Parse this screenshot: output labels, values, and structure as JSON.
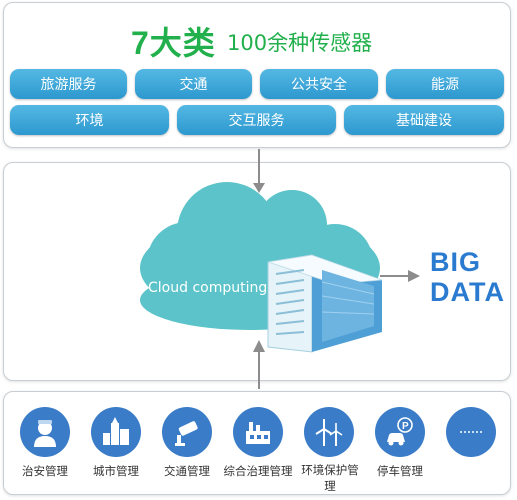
{
  "header": {
    "title_big": "7大类",
    "title_small": "100余种传感器"
  },
  "categories": [
    {
      "label": "旅游服务"
    },
    {
      "label": "交通"
    },
    {
      "label": "公共安全"
    },
    {
      "label": "能源"
    },
    {
      "label": "环境"
    },
    {
      "label": "交互服务"
    },
    {
      "label": "基础建设"
    }
  ],
  "center": {
    "cloud_label": "Cloud computing",
    "big_data_line1": "BIG",
    "big_data_line2": "DATA"
  },
  "apps": [
    {
      "label": "治安管理",
      "icon": "police-icon"
    },
    {
      "label": "城市管理",
      "icon": "city-icon"
    },
    {
      "label": "交通管理",
      "icon": "camera-icon"
    },
    {
      "label": "综合治理管理",
      "icon": "factory-icon"
    },
    {
      "label": "环境保护管理",
      "icon": "wind-turbine-icon"
    },
    {
      "label": "停车管理",
      "icon": "parking-icon"
    },
    {
      "label": "",
      "icon": "more-icon"
    }
  ],
  "colors": {
    "green_title": "#21b04b",
    "pill_blue": "#3aa6d9",
    "cloud_teal": "#5bc3c9",
    "big_data_blue": "#2a7bd0",
    "app_circle_blue": "#3a7cc7"
  }
}
